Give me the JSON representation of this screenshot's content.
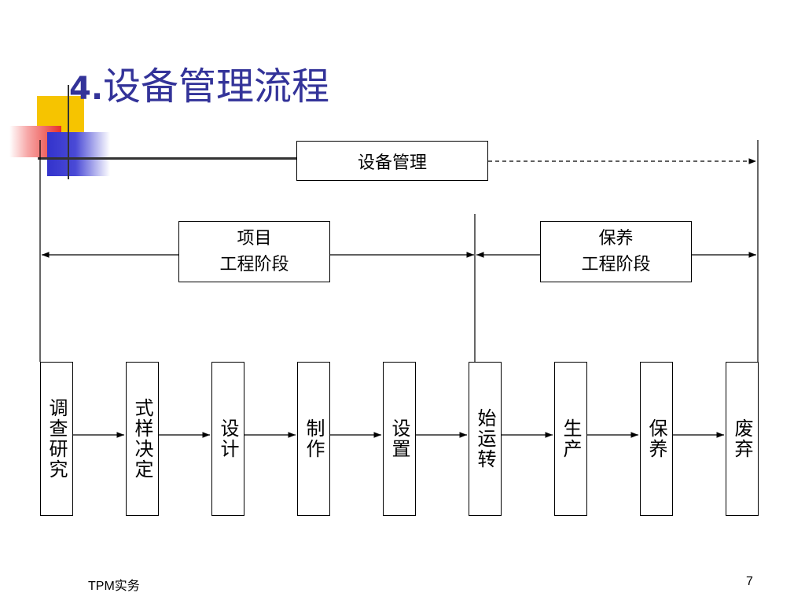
{
  "title": {
    "number": "4.",
    "text": "设备管理流程"
  },
  "top_box": "设备管理",
  "phases": {
    "project": {
      "line1": "项目",
      "line2": "工程阶段"
    },
    "maintenance": {
      "line1": "保养",
      "line2": "工程阶段"
    }
  },
  "steps": [
    "调查研究",
    "式样决定",
    "设计",
    "制作",
    "设置",
    "始运转",
    "生产",
    "保养",
    "废弃"
  ],
  "footer": {
    "left": "TPM实务",
    "page": "7"
  },
  "colors": {
    "title": "#333399",
    "deco_yellow": "#f6c400",
    "deco_red": "#e8302a",
    "deco_blue": "#3333cc"
  }
}
